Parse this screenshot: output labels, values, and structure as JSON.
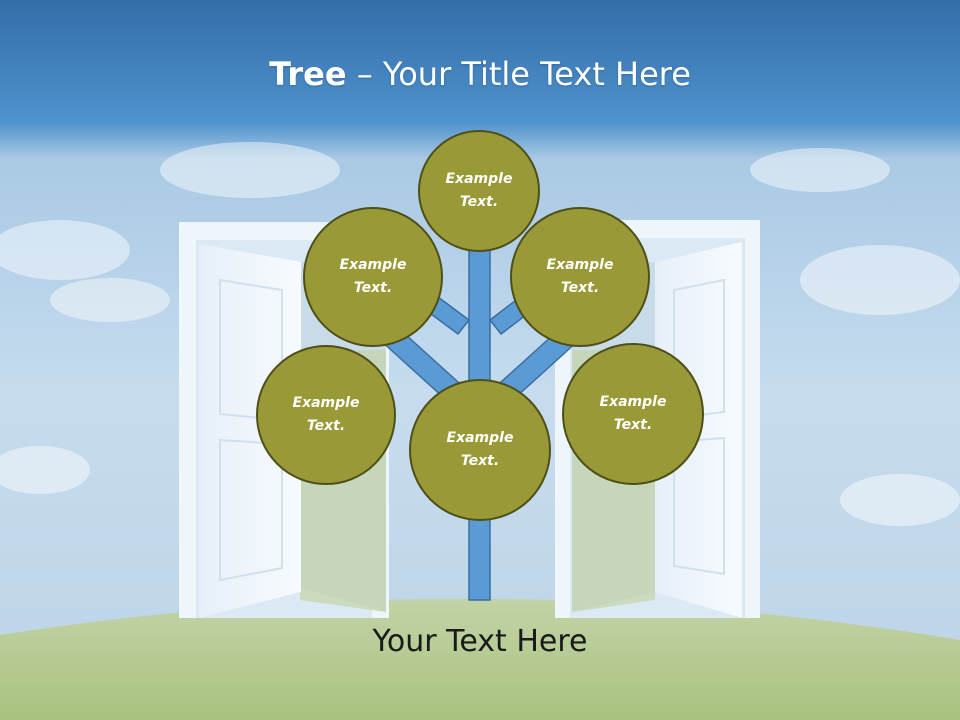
{
  "slide": {
    "title_bold": "Tree",
    "title_dash": "–",
    "title_rest": "Your Title Text Here",
    "caption": "Your Text Here"
  },
  "nodes": [
    {
      "id": "top",
      "text": "Example\nText."
    },
    {
      "id": "upper-left",
      "text": "Example\nText."
    },
    {
      "id": "upper-right",
      "text": "Example\nText."
    },
    {
      "id": "left",
      "text": "Example\nText."
    },
    {
      "id": "center",
      "text": "Example\nText."
    },
    {
      "id": "right",
      "text": "Example\nText."
    }
  ],
  "colors": {
    "sky_top": "#3a7ab5",
    "sky_light": "#c9dff0",
    "grass": "#b6cc8e",
    "node_fill": "#999a37",
    "node_border": "#4f4f18",
    "branch_fill": "#5b9bd5",
    "branch_stroke": "#3b6ea0"
  }
}
